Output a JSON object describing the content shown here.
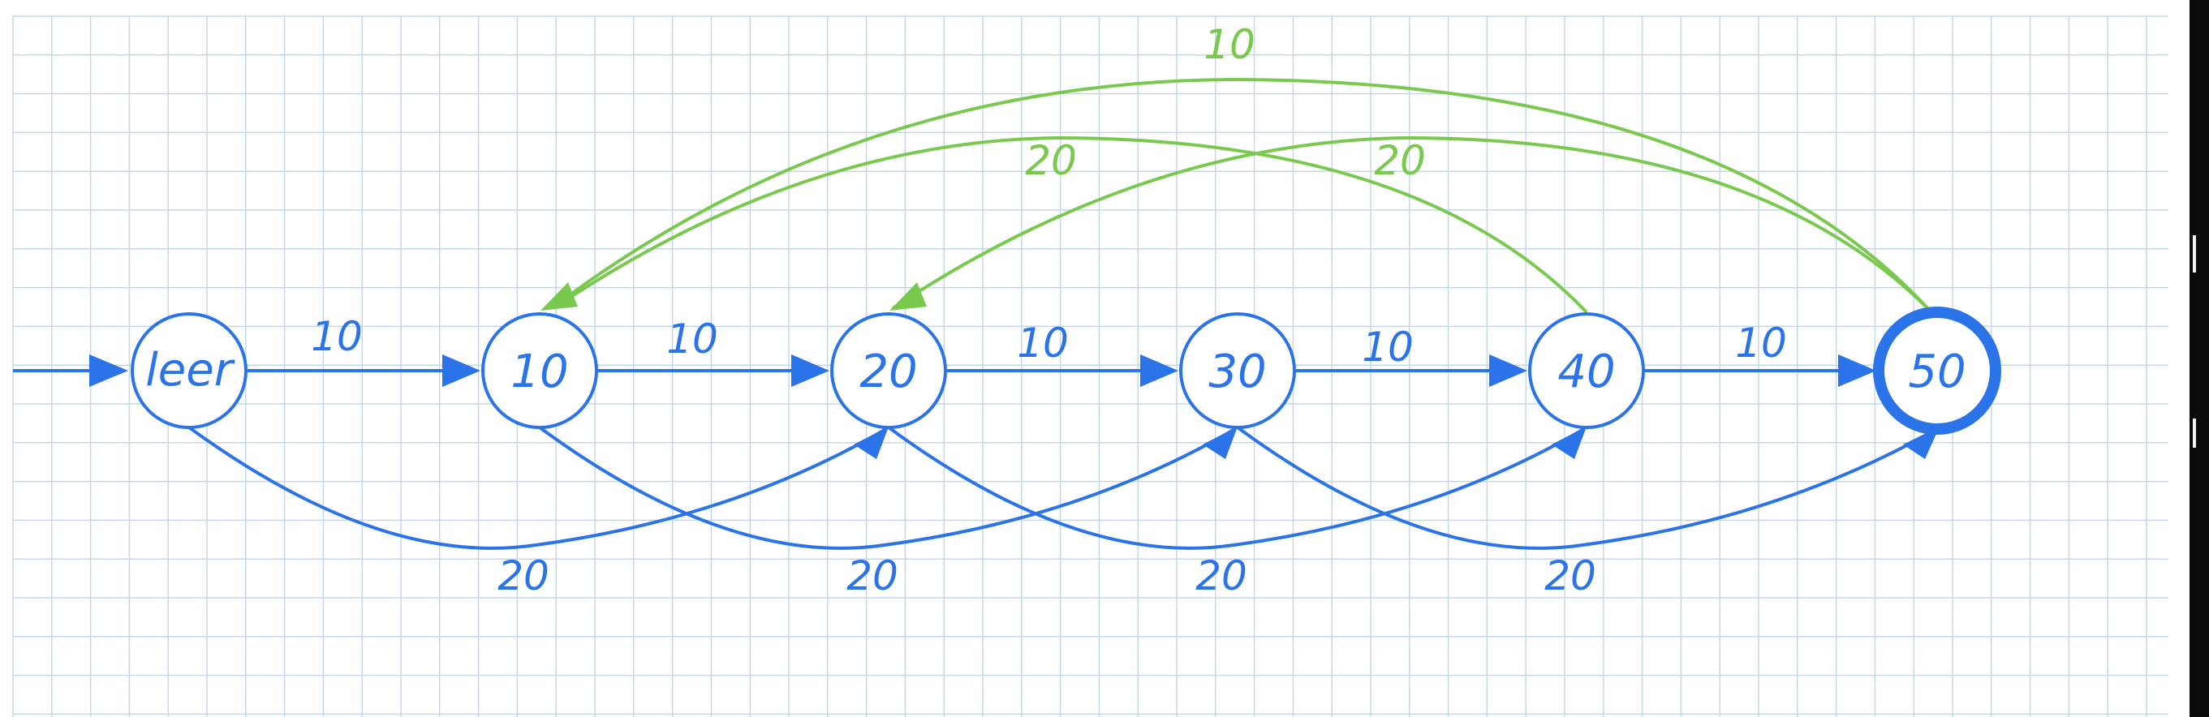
{
  "diagram": {
    "colors": {
      "grid": "#c4d8ea",
      "forward": "#2a73e8",
      "back": "#79c94f"
    },
    "nodes": [
      {
        "id": "leer",
        "label": "leer",
        "start": true,
        "accepting": false
      },
      {
        "id": "n10",
        "label": "10",
        "start": false,
        "accepting": false
      },
      {
        "id": "n20",
        "label": "20",
        "start": false,
        "accepting": false
      },
      {
        "id": "n30",
        "label": "30",
        "start": false,
        "accepting": false
      },
      {
        "id": "n40",
        "label": "40",
        "start": false,
        "accepting": false
      },
      {
        "id": "n50",
        "label": "50",
        "start": false,
        "accepting": true
      }
    ],
    "edges": [
      {
        "from": "leer",
        "to": "n10",
        "label": "10",
        "kind": "forward-step"
      },
      {
        "from": "n10",
        "to": "n20",
        "label": "10",
        "kind": "forward-step"
      },
      {
        "from": "n20",
        "to": "n30",
        "label": "10",
        "kind": "forward-step"
      },
      {
        "from": "n30",
        "to": "n40",
        "label": "10",
        "kind": "forward-step"
      },
      {
        "from": "n40",
        "to": "n50",
        "label": "10",
        "kind": "forward-step"
      },
      {
        "from": "leer",
        "to": "n20",
        "label": "20",
        "kind": "forward-skip"
      },
      {
        "from": "n10",
        "to": "n30",
        "label": "20",
        "kind": "forward-skip"
      },
      {
        "from": "n20",
        "to": "n40",
        "label": "20",
        "kind": "forward-skip"
      },
      {
        "from": "n30",
        "to": "n50",
        "label": "20",
        "kind": "forward-skip"
      },
      {
        "from": "n50",
        "to": "n10",
        "label": "10",
        "kind": "back"
      },
      {
        "from": "n40",
        "to": "n10",
        "label": "20",
        "kind": "back"
      },
      {
        "from": "n50",
        "to": "n20",
        "label": "20",
        "kind": "back"
      }
    ]
  }
}
